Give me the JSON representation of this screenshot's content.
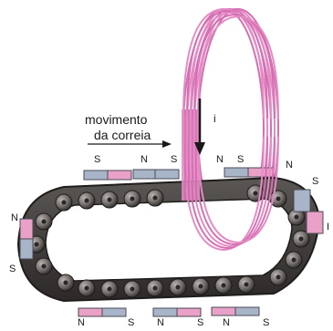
{
  "labels": {
    "motion_line1": "movimento",
    "motion_line2": "da correia",
    "current": "i"
  },
  "pole_letters": {
    "top": [
      "S",
      "N",
      "S",
      "N",
      "S",
      "N"
    ],
    "right": [
      "S",
      "I"
    ],
    "left": [
      "N",
      "S"
    ],
    "bottom": [
      "N",
      "S",
      "N",
      "S",
      "N",
      "S"
    ]
  },
  "colors": {
    "coil": "#e58ac4",
    "coil_dark": "#c85aa2",
    "belt": "#3b3838",
    "roller": "#6f6a68",
    "magnet_blue": "#a8b5c9",
    "magnet_pink": "#e9a1c8",
    "arrow": "#1a1a1a"
  }
}
